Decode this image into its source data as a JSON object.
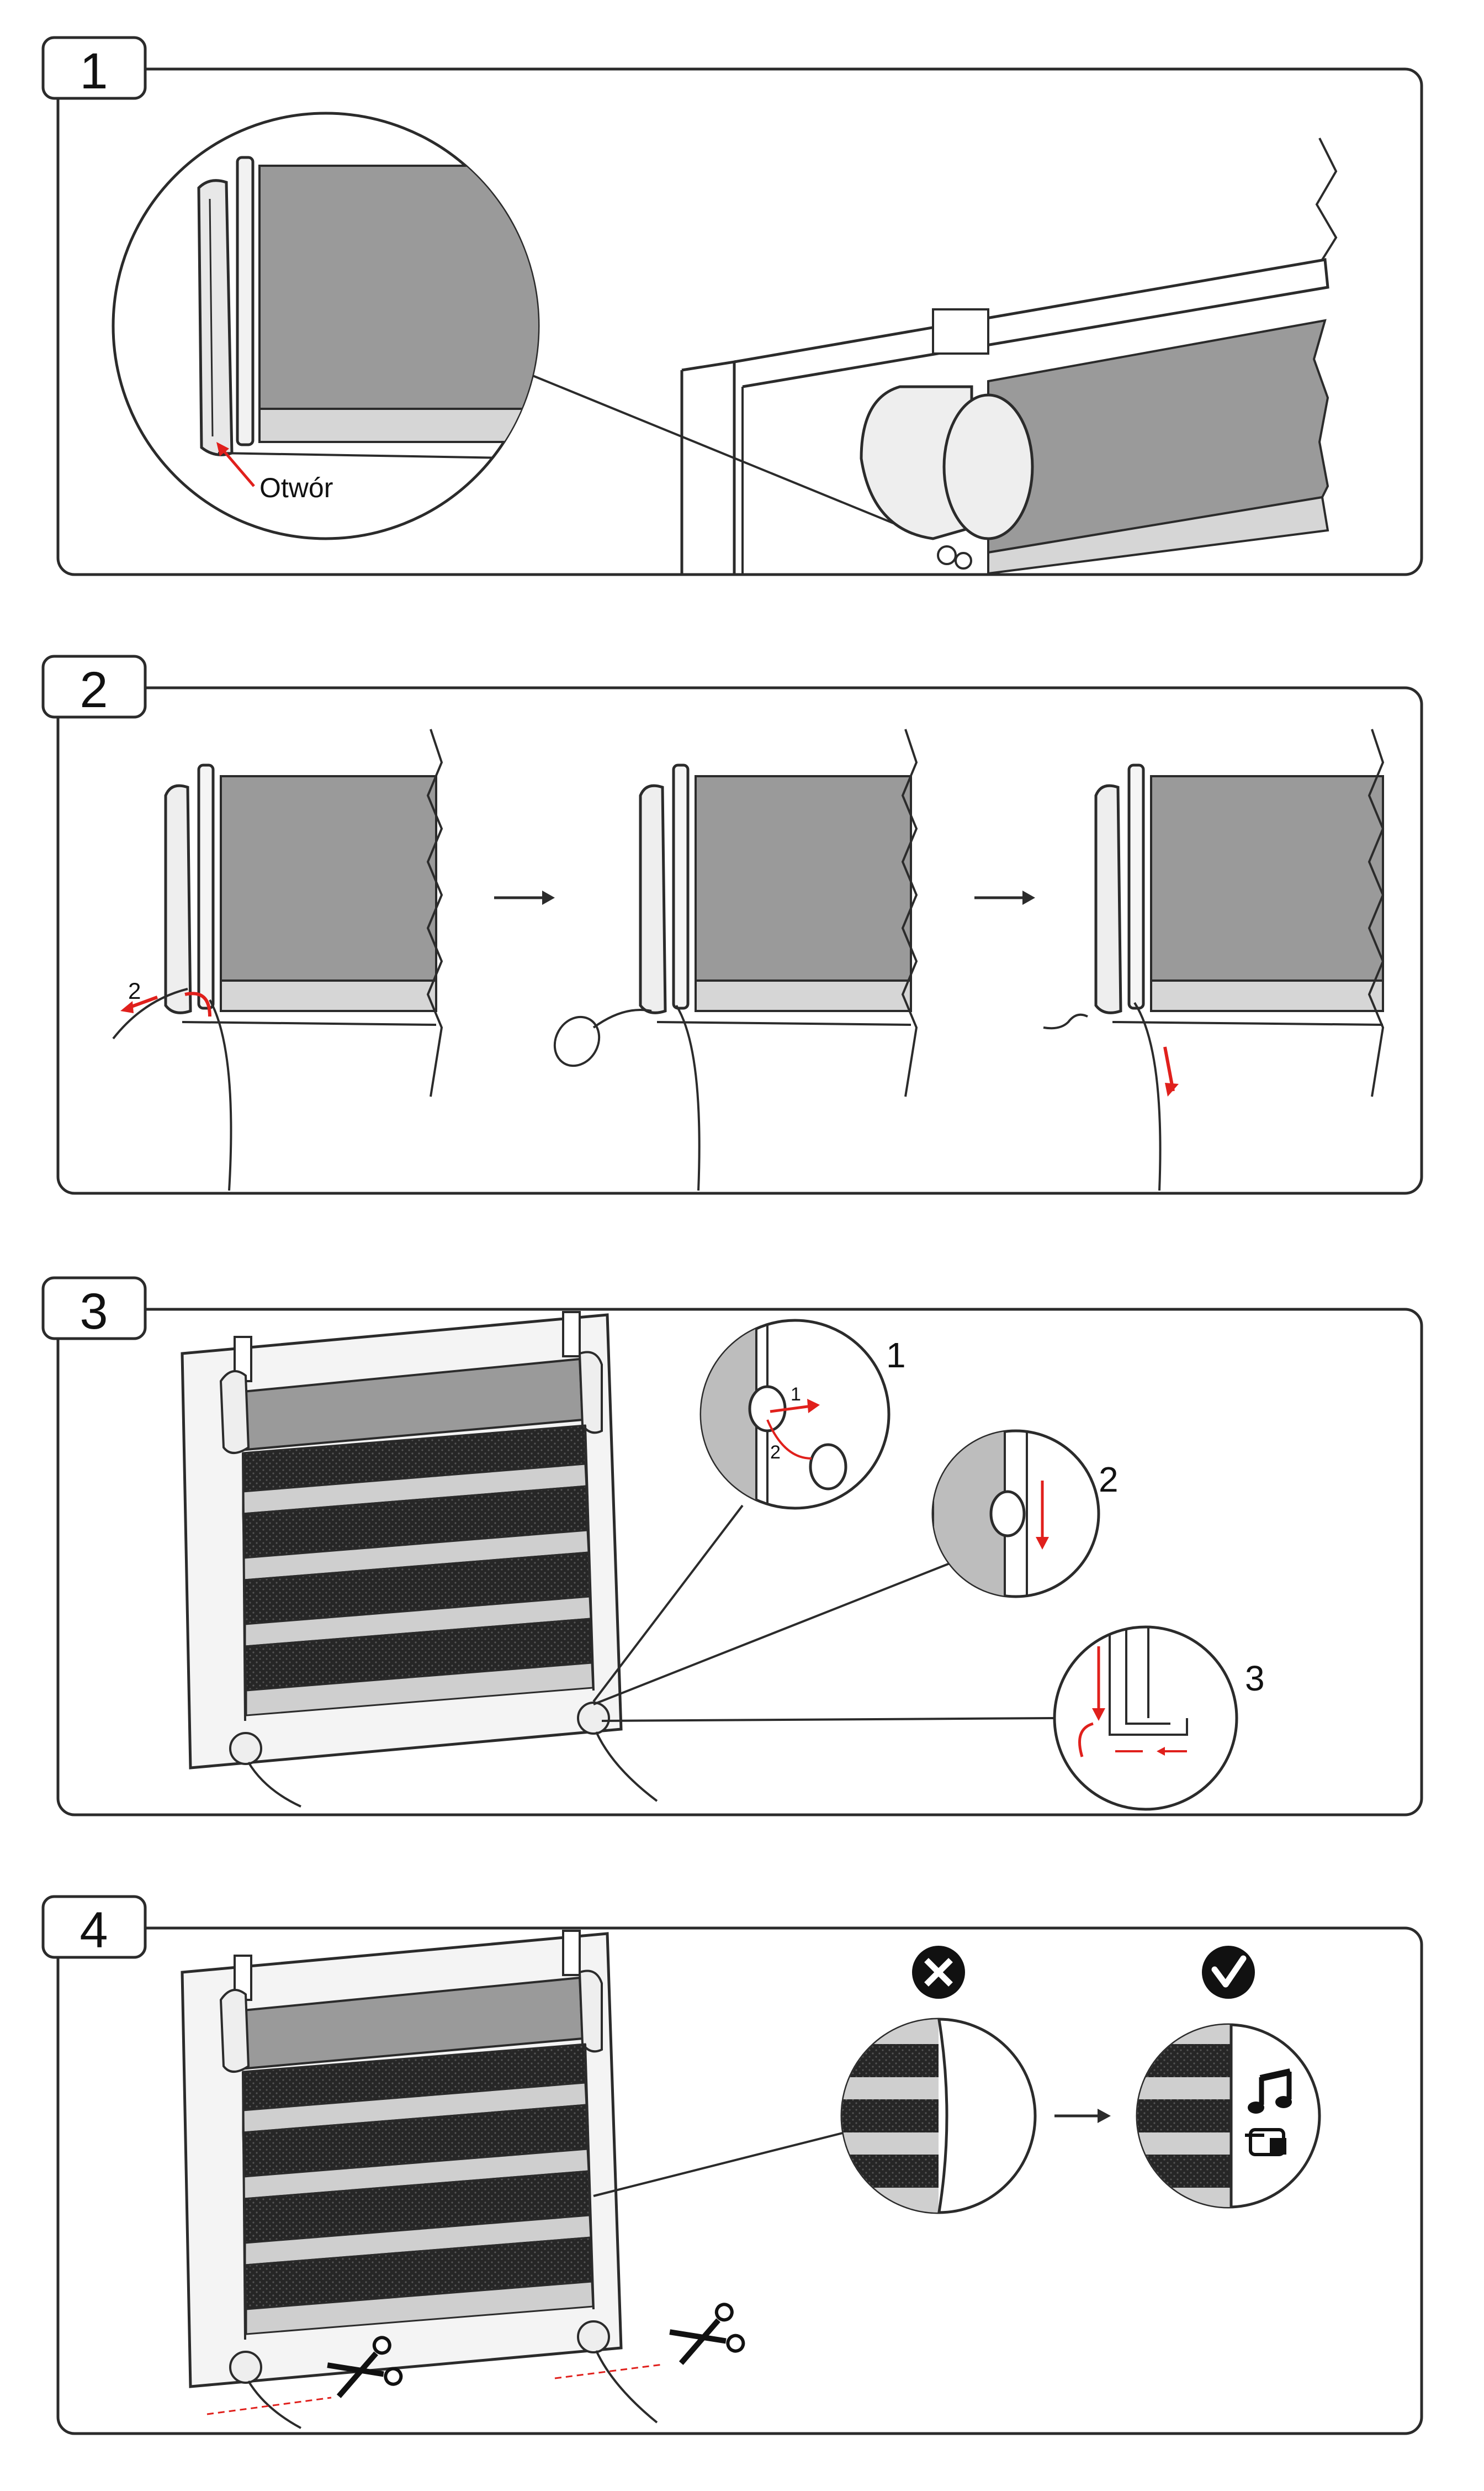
{
  "steps": [
    {
      "number": "1",
      "label": "Otwór"
    },
    {
      "number": "2",
      "sub_label": "2"
    },
    {
      "number": "3",
      "callouts": [
        "1",
        "2",
        "3"
      ],
      "mini": [
        "1",
        "2"
      ]
    },
    {
      "number": "4",
      "wrong_icon": "x-circle-icon",
      "right_icon": "check-circle-icon"
    }
  ],
  "colors": {
    "frame": "#2b2b2b",
    "fabric": "#9a9a9a",
    "fabric_light": "#cfcfcf",
    "dark_band": "#222222",
    "accent": "#e0201c"
  }
}
